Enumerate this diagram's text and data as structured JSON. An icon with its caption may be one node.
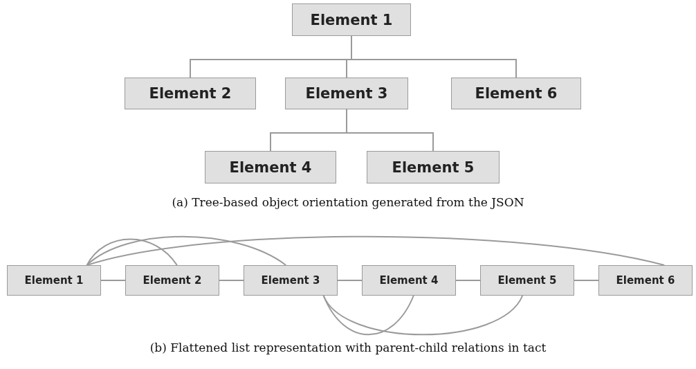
{
  "diagram": {
    "nodes": [
      {
        "text": [
          "Element 1"
        ]
      },
      {
        "text": [
          "Element 2"
        ]
      },
      {
        "text": [
          "Element 3"
        ]
      },
      {
        "text": [
          "Element 6"
        ]
      },
      {
        "text": [
          "Element 4"
        ]
      },
      {
        "text": [
          "Element 5"
        ]
      },
      {
        "text": [
          "Element 1"
        ]
      },
      {
        "text": [
          "Element 2"
        ]
      },
      {
        "text": [
          "Element 3"
        ]
      },
      {
        "text": [
          "Element 4"
        ]
      },
      {
        "text": [
          "Element 5"
        ]
      },
      {
        "text": [
          "Element 6"
        ]
      }
    ],
    "edges": [
      {
        "from": 0,
        "to": 1,
        "arrow": "none"
      },
      {
        "from": 0,
        "to": 2,
        "arrow": "none"
      },
      {
        "from": 0,
        "to": 3,
        "arrow": "none"
      },
      {
        "from": 2,
        "to": 4,
        "arrow": "none"
      },
      {
        "from": 2,
        "to": 5,
        "arrow": "none"
      },
      {
        "from": 6,
        "to": 7,
        "arrow": "none"
      },
      {
        "from": 7,
        "to": 8,
        "arrow": "none"
      },
      {
        "from": 8,
        "to": 9,
        "arrow": "none"
      },
      {
        "from": 9,
        "to": 10,
        "arrow": "none"
      },
      {
        "from": 10,
        "to": 11,
        "arrow": "none"
      },
      {
        "from": 6,
        "to": 7,
        "arrow": "none"
      },
      {
        "from": 6,
        "to": 8,
        "arrow": "none"
      },
      {
        "from": 6,
        "to": 11,
        "arrow": "none"
      },
      {
        "from": 8,
        "to": 9,
        "arrow": "none"
      },
      {
        "from": 8,
        "to": 10,
        "arrow": "none"
      }
    ],
    "labels": [
      "(a) Tree-based object orientation generated from the JSON",
      "(b) Flattened list representation with parent-child relations in tact"
    ]
  }
}
